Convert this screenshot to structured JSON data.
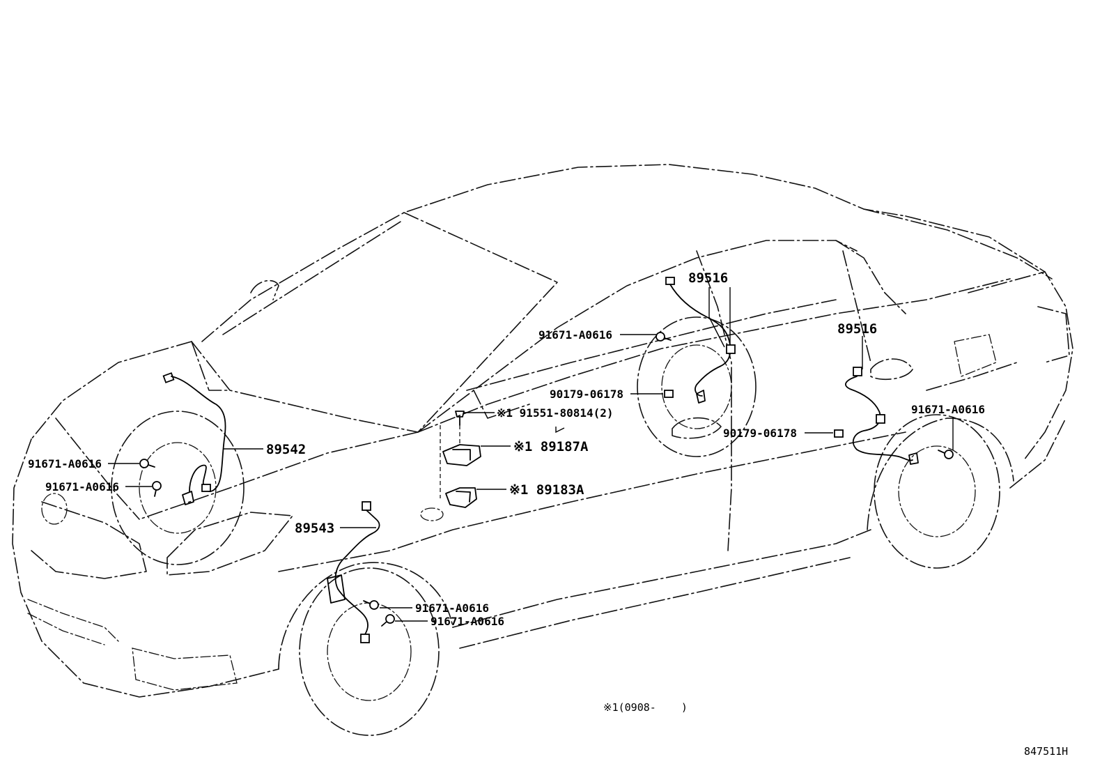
{
  "labels": {
    "sensor_front_right": "89542",
    "sensor_front_left": "89543",
    "sensor_rear_a": "89516",
    "sensor_rear_b": "89516",
    "bolt_1": "91671-A0616",
    "bolt_2": "91671-A0616",
    "bolt_3": "91671-A0616",
    "bolt_4": "91671-A0616",
    "bolt_5": "91671-A0616",
    "bolt_6": "91671-A0616",
    "clamp_1": "90179-06178",
    "clamp_2": "90179-06178",
    "bolt_center": "※1 91551-80814(2)",
    "bracket_upper": "※1 89187A",
    "bracket_lower": "※1 89183A"
  },
  "footnote": "※1(0908-    )",
  "diagram_id": "847511H"
}
